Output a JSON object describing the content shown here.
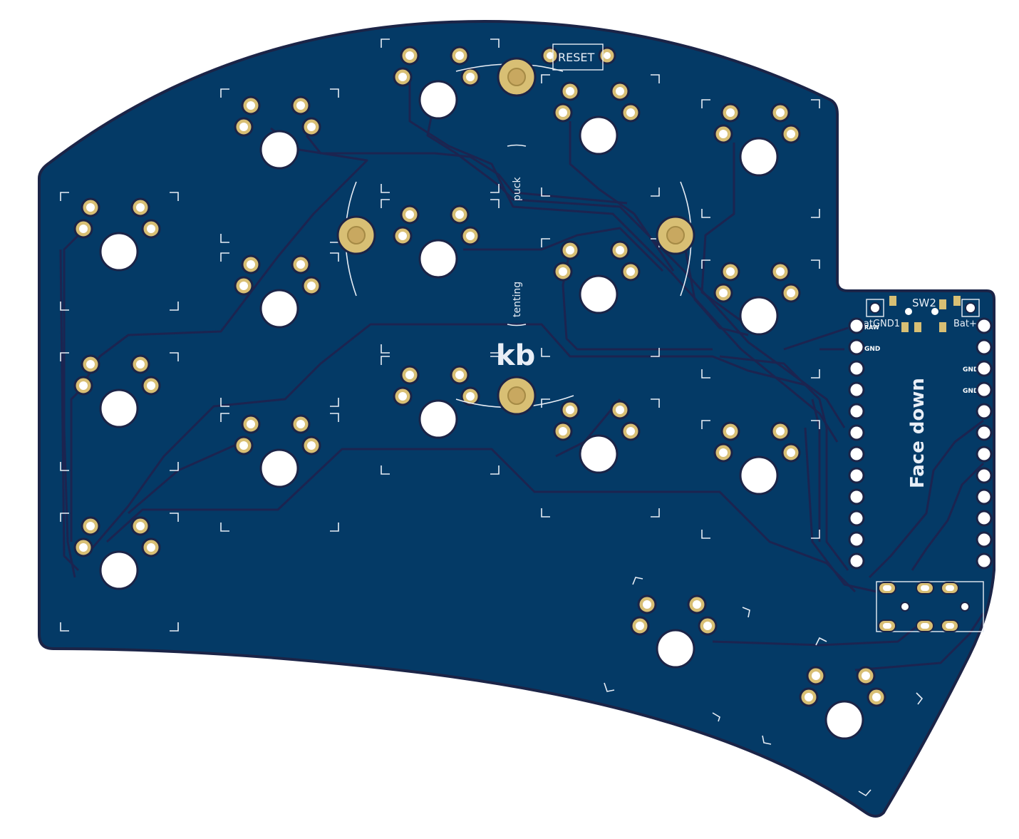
{
  "colors": {
    "board": "#043a66",
    "board_edge": "#1b2447",
    "trace": "#1c2450",
    "pad": "#d8bf74",
    "pad_inner": "#c8a860",
    "hole": "#ffffff",
    "silkscreen": "#e8eef6"
  },
  "silkscreen": {
    "reset": "RESET",
    "puck": "puck",
    "tenting": "tenting",
    "logo": "kb",
    "face_down": "Face down",
    "sw2": "SW2",
    "bat_gnd": "BatGND1",
    "bat_plus": "Bat+",
    "raw": "RAW",
    "gnd_left": "GND",
    "gnd_right_1": "GND",
    "gnd_right_2": "GND"
  },
  "icons": {
    "switch_footprint": "key-switch-icon",
    "mounting_hole": "mounting-hole-icon",
    "logo": "kb-logo-icon"
  }
}
